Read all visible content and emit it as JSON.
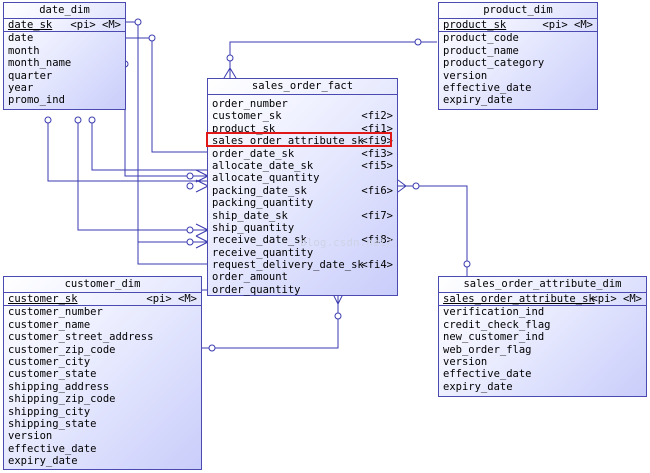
{
  "tables": {
    "date_dim": {
      "title": "date_dim",
      "pk": {
        "name": "date_sk",
        "tags": "<pi> <M>"
      },
      "columns": [
        "date",
        "month",
        "month_name",
        "quarter",
        "year",
        "promo_ind"
      ]
    },
    "product_dim": {
      "title": "product_dim",
      "pk": {
        "name": "product_sk",
        "tags": "<pi> <M>"
      },
      "columns": [
        "product_code",
        "product_name",
        "product_category",
        "version",
        "effective_date",
        "expiry_date"
      ]
    },
    "sales_order_fact": {
      "title": "sales_order_fact",
      "columns": [
        {
          "name": "order_number",
          "tag": ""
        },
        {
          "name": "customer_sk",
          "tag": "<fi2>"
        },
        {
          "name": "product_sk",
          "tag": "<fi1>"
        },
        {
          "name": "sales_order_attribute_sk",
          "tag": "<fi9>"
        },
        {
          "name": "order_date_sk",
          "tag": "<fi3>"
        },
        {
          "name": "allocate_date_sk",
          "tag": "<fi5>"
        },
        {
          "name": "allocate_quantity",
          "tag": ""
        },
        {
          "name": "packing_date_sk",
          "tag": "<fi6>"
        },
        {
          "name": "packing_quantity",
          "tag": ""
        },
        {
          "name": "ship_date_sk",
          "tag": "<fi7>"
        },
        {
          "name": "ship_quantity",
          "tag": ""
        },
        {
          "name": "receive_date_sk",
          "tag": "<fi8>"
        },
        {
          "name": "receive_quantity",
          "tag": ""
        },
        {
          "name": "request_delivery_date_sk",
          "tag": "<fi4>"
        },
        {
          "name": "order_amount",
          "tag": ""
        },
        {
          "name": "order_quantity",
          "tag": ""
        }
      ]
    },
    "customer_dim": {
      "title": "customer_dim",
      "pk": {
        "name": "customer_sk",
        "tags": "<pi> <M>"
      },
      "columns": [
        "customer_number",
        "customer_name",
        "customer_street_address",
        "customer_zip_code",
        "customer_city",
        "customer_state",
        "shipping_address",
        "shipping_zip_code",
        "shipping_city",
        "shipping_state",
        "version",
        "effective_date",
        "expiry_date"
      ]
    },
    "sales_order_attribute_dim": {
      "title": "sales_order_attribute_dim",
      "pk": {
        "name": "sales_order_attribute_sk",
        "tags": "<pi> <M>"
      },
      "columns": [
        "verification_ind",
        "credit_check_flag",
        "new_customer_ind",
        "web_order_flag",
        "version",
        "effective_date",
        "expiry_date"
      ]
    }
  },
  "watermark": "blog.csdn.net/",
  "colors": {
    "border": "#4a4ab0",
    "line": "#3a3ab0",
    "highlight": "#e01818",
    "gradient_end": "#c9cdfa"
  }
}
